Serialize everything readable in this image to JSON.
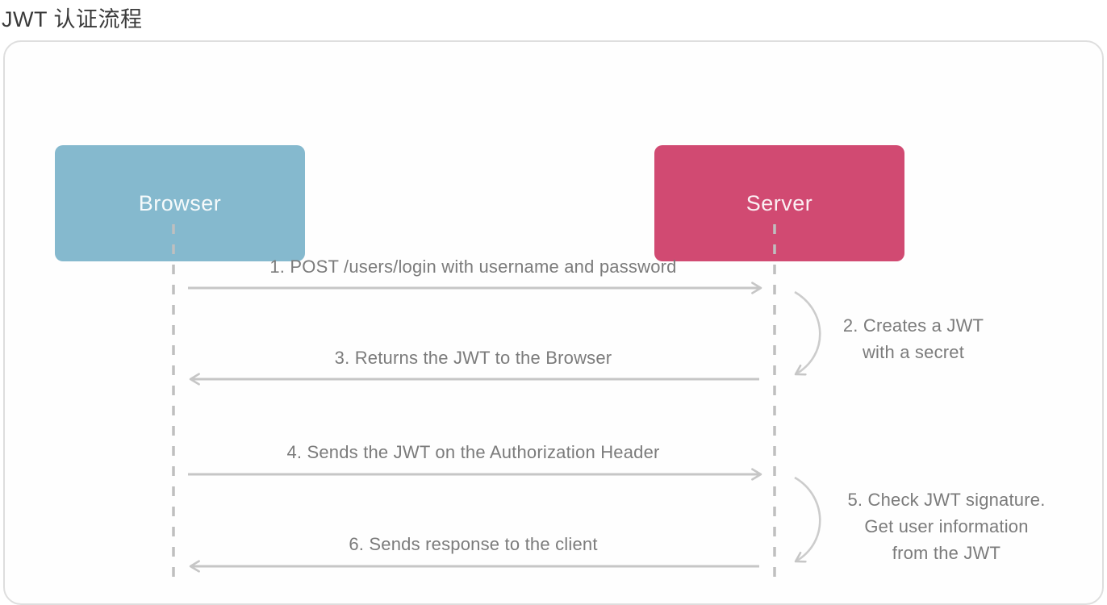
{
  "page": {
    "title": "JWT 认证流程"
  },
  "diagram": {
    "actors": [
      {
        "id": "browser",
        "label": "Browser",
        "color": "#85b9ce"
      },
      {
        "id": "server",
        "label": "Server",
        "color": "#d14a72"
      }
    ],
    "messages": [
      {
        "step": 1,
        "from": "browser",
        "to": "server",
        "direction": "right",
        "label": "1. POST /users/login with username and password"
      },
      {
        "step": 2,
        "from": "server",
        "to": "server",
        "direction": "self",
        "label": "2. Creates a JWT\nwith a secret"
      },
      {
        "step": 3,
        "from": "server",
        "to": "browser",
        "direction": "left",
        "label": "3. Returns the JWT to the Browser"
      },
      {
        "step": 4,
        "from": "browser",
        "to": "server",
        "direction": "right",
        "label": "4. Sends the JWT on the Authorization Header"
      },
      {
        "step": 5,
        "from": "server",
        "to": "server",
        "direction": "self",
        "label": "5. Check JWT signature.\nGet user information\nfrom the JWT"
      },
      {
        "step": 6,
        "from": "server",
        "to": "browser",
        "direction": "left",
        "label": "6. Sends response to the client"
      }
    ],
    "colors": {
      "browser_box": "#85b9ce",
      "server_box": "#d14a72",
      "arrow_line": "#c6c6c6",
      "lifeline": "#bfbfbf",
      "label_text": "#7b7b7b",
      "panel_border": "#dedede",
      "title_text": "#3a3a3a"
    }
  }
}
